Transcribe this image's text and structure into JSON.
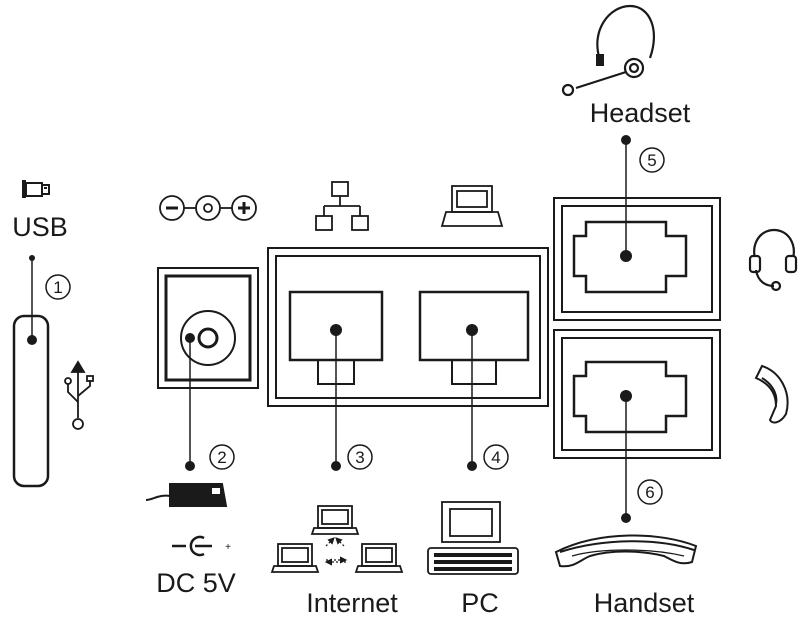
{
  "labels": {
    "usb": "USB",
    "dc": "DC 5V",
    "internet": "Internet",
    "pc": "PC",
    "headset": "Headset",
    "handset": "Handset"
  },
  "numbers": {
    "n1": "1",
    "n2": "2",
    "n3": "3",
    "n4": "4",
    "n5": "5",
    "n6": "6"
  },
  "polarity_plus": "+"
}
